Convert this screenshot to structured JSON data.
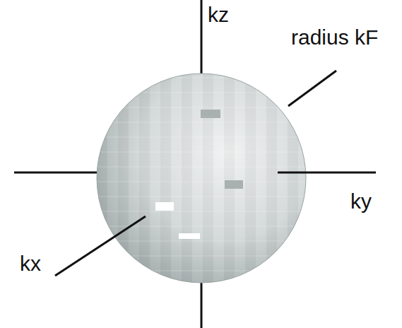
{
  "diagram": {
    "labels": [
      "kz",
      "radius kF",
      "ky",
      "kx"
    ]
  }
}
